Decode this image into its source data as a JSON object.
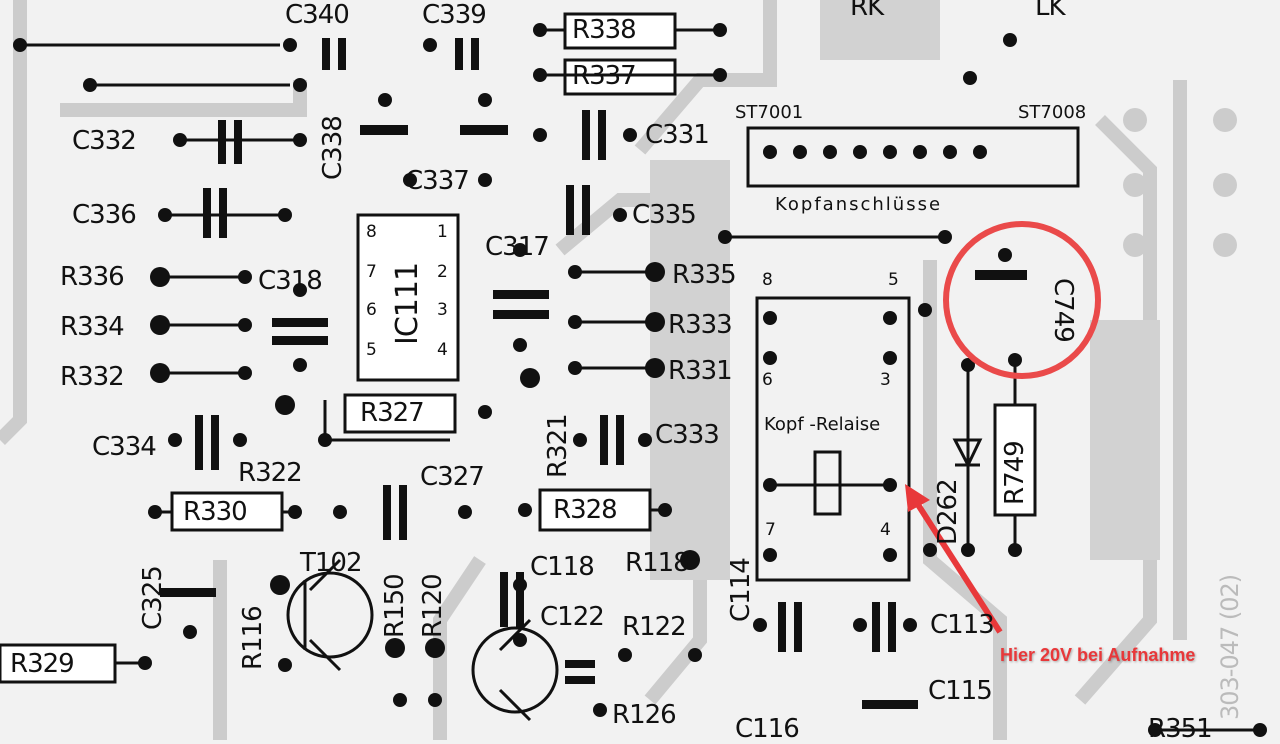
{
  "labels": {
    "c340": "C340",
    "c339": "C339",
    "r338": "R338",
    "r337": "R337",
    "rk": "RK",
    "lk": "LK",
    "c338": "C338",
    "c332": "C332",
    "c331": "C331",
    "c336": "C336",
    "c337": "C337",
    "c335": "C335",
    "st7001": "ST7001",
    "st7008": "ST7008",
    "kopfanschluesse": "Kopfanschlüsse",
    "c317": "C317",
    "r336": "R336",
    "r335": "R335",
    "c318": "C318",
    "r334": "R334",
    "r333": "R333",
    "r332": "R332",
    "r331": "R331",
    "ic111": "IC111",
    "r327": "R327",
    "r321": "R321",
    "c334": "C334",
    "c333": "C333",
    "r322": "R322",
    "c327": "C327",
    "r330": "R330",
    "r328": "R328",
    "t102": "T102",
    "c118": "C118",
    "r118": "R118",
    "c325": "C325",
    "r150": "R150",
    "r120": "R120",
    "r116": "R116",
    "c122": "C122",
    "r122": "R122",
    "c114": "C114",
    "c113": "C113",
    "r329": "R329",
    "c115": "C115",
    "r126": "R126",
    "c116": "C116",
    "r351": "R351",
    "relay_label": "Kopf -Relaise",
    "c749": "C749",
    "r749": "R749",
    "d262": "D262",
    "board_id": "303-047 (02)"
  },
  "ic_pins": {
    "p8": "8",
    "p7": "7",
    "p6": "6",
    "p5": "5",
    "p1": "1",
    "p2": "2",
    "p3": "3",
    "p4": "4"
  },
  "relay_pins": {
    "p8": "8",
    "p5": "5",
    "p6": "6",
    "p3": "3",
    "p7": "7",
    "p4": "4"
  },
  "annotation": {
    "text": "Hier 20V bei Aufnahme",
    "color": "#e8383a"
  }
}
